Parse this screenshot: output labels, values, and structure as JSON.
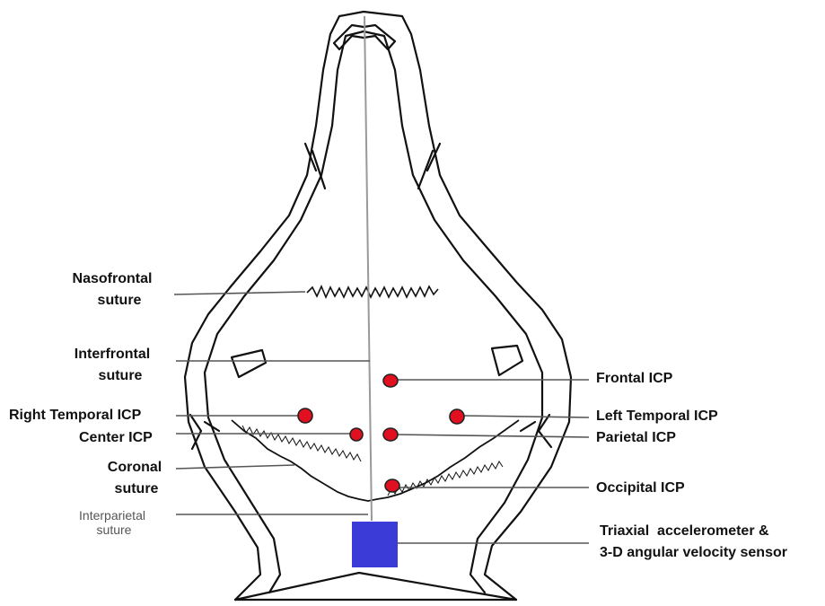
{
  "labels": {
    "nasofrontal_l1": "Nasofrontal",
    "nasofrontal_l2": "suture",
    "interfrontal_l1": "Interfrontal",
    "interfrontal_l2": "suture",
    "right_temporal": "Right Temporal ICP",
    "center": "Center ICP",
    "coronal_l1": "Coronal",
    "coronal_l2": "suture",
    "interparietal_l1": "Interparietal",
    "interparietal_l2": "suture",
    "frontal": "Frontal ICP",
    "left_temporal": "Left Temporal ICP",
    "parietal": "Parietal ICP",
    "occipital": "Occipital ICP",
    "sensor_l1": "Triaxial  accelerometer &",
    "sensor_l2": "3-D angular velocity sensor"
  },
  "colors": {
    "icp_dot": "#e01020",
    "sensor": "#3b3bd8",
    "outline": "#111111",
    "leader": "#777777"
  }
}
